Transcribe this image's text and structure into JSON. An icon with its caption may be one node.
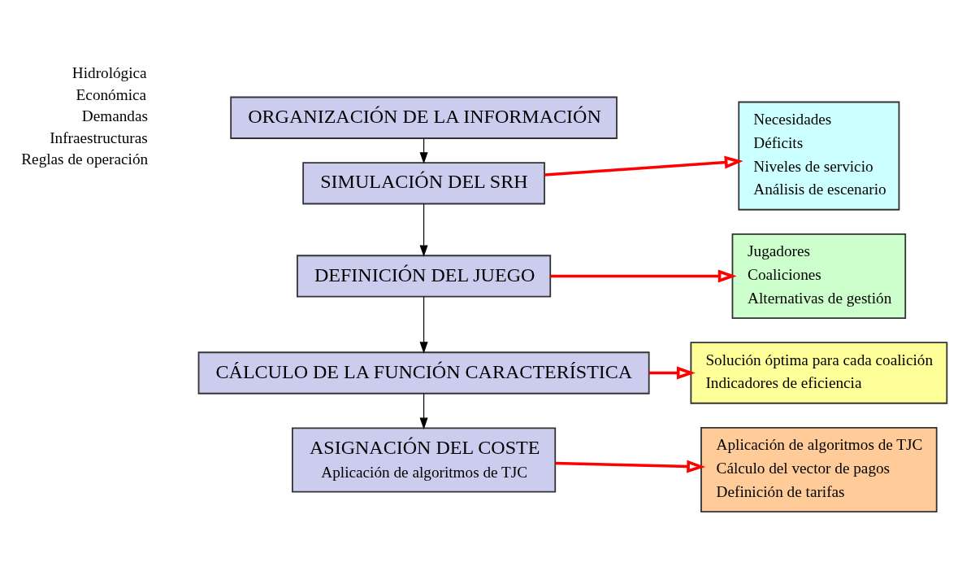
{
  "diagram": {
    "nodes": [
      {
        "text": [
          "ORGANIZACIÓN DE LA INFORMACIÓN"
        ]
      },
      {
        "text": [
          "SIMULACIÓN DEL SRH"
        ]
      },
      {
        "text": [
          "Necesidades",
          "Déficits",
          "Niveles de servicio",
          "Análisis de escenario"
        ]
      },
      {
        "text": [
          "DEFINICIÓN DEL JUEGO"
        ]
      },
      {
        "text": [
          "Jugadores",
          "Coaliciones",
          "Alternativas de gestión"
        ]
      },
      {
        "text": [
          "CÁLCULO DE LA FUNCIÓN CARACTERÍSTICA"
        ]
      },
      {
        "text": [
          "Solución óptima para cada coalición",
          "Indicadores de eficiencia"
        ]
      },
      {
        "text": [
          "ASIGNACIÓN DEL COSTE",
          "Aplicación de algoritmos de TJC"
        ]
      },
      {
        "text": [
          "Aplicación de algoritmos de TJC",
          "Cálculo del vector de pagos",
          "Definición de tarifas"
        ]
      }
    ],
    "edges": [
      {
        "from": 0,
        "to": 1,
        "arrow": "to"
      },
      {
        "from": 1,
        "to": 2,
        "arrow": "to",
        "style": "thick",
        "color": "#ff0000"
      },
      {
        "from": 1,
        "to": 3,
        "arrow": "to"
      },
      {
        "from": 3,
        "to": 4,
        "arrow": "to",
        "style": "thick",
        "color": "#ff0000"
      },
      {
        "from": 3,
        "to": 5,
        "arrow": "to"
      },
      {
        "from": 5,
        "to": 6,
        "arrow": "to",
        "style": "thick",
        "color": "#ff0000"
      },
      {
        "from": 5,
        "to": 7,
        "arrow": "to"
      },
      {
        "from": 7,
        "to": 8,
        "arrow": "to",
        "style": "thick",
        "color": "#ff0000"
      }
    ],
    "labels": [
      "Hidrológica",
      "Económica",
      "Demandas",
      "Infraestructuras",
      "Reglas de operación"
    ]
  }
}
